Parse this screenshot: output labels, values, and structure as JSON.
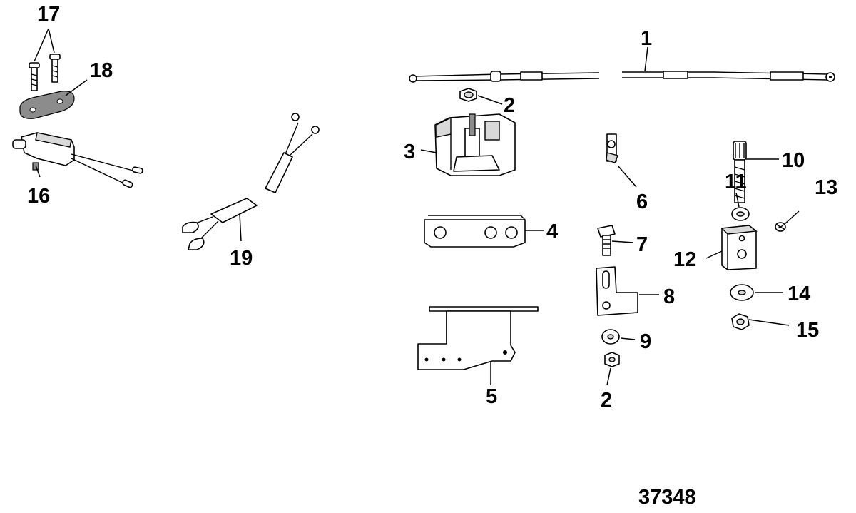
{
  "diagram": {
    "callouts": [
      {
        "id": "c1",
        "label": "1"
      },
      {
        "id": "c2a",
        "label": "2"
      },
      {
        "id": "c2b",
        "label": "2"
      },
      {
        "id": "c3",
        "label": "3"
      },
      {
        "id": "c4",
        "label": "4"
      },
      {
        "id": "c5",
        "label": "5"
      },
      {
        "id": "c6",
        "label": "6"
      },
      {
        "id": "c7",
        "label": "7"
      },
      {
        "id": "c8",
        "label": "8"
      },
      {
        "id": "c9",
        "label": "9"
      },
      {
        "id": "c10",
        "label": "10"
      },
      {
        "id": "c11",
        "label": "11"
      },
      {
        "id": "c12",
        "label": "12"
      },
      {
        "id": "c13",
        "label": "13"
      },
      {
        "id": "c14",
        "label": "14"
      },
      {
        "id": "c15",
        "label": "15"
      },
      {
        "id": "c16",
        "label": "16"
      },
      {
        "id": "c17",
        "label": "17"
      },
      {
        "id": "c18",
        "label": "18"
      },
      {
        "id": "c19",
        "label": "19"
      }
    ],
    "figure_code": "37348"
  }
}
